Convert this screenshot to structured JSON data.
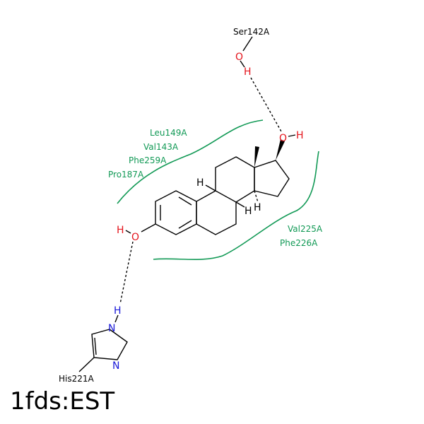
{
  "title": "1fds:EST",
  "residues": {
    "ser142": "Ser142A",
    "his221": "His221A",
    "leu149": "Leu149A",
    "val143": "Val143A",
    "phe259": "Phe259A",
    "pro187": "Pro187A",
    "val225": "Val225A",
    "phe226": "Phe226A"
  },
  "atoms": {
    "o": "O",
    "n": "N",
    "h": "H"
  },
  "colors": {
    "hydrophobic_contact": "#119955",
    "oxygen": "#e4141c",
    "nitrogen": "#1a1ad8",
    "bond": "#000000"
  }
}
